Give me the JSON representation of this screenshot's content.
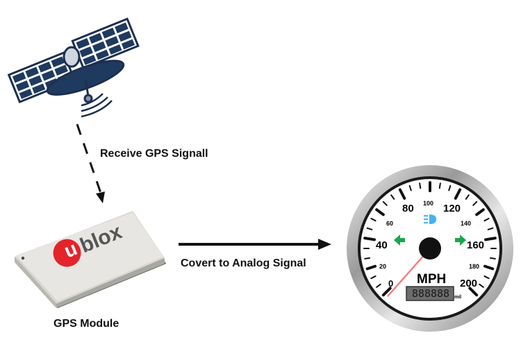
{
  "diagram": {
    "nodes": [
      {
        "id": "satellite",
        "icon": "satellite-icon"
      },
      {
        "id": "gps_module",
        "label": "GPS Module",
        "brand": "ublox",
        "brand_color": "#e3242b"
      },
      {
        "id": "speedometer",
        "icon": "speedometer-icon"
      }
    ],
    "edges": [
      {
        "from": "satellite",
        "to": "gps_module",
        "style": "dashed",
        "label": "Receive GPS Signall"
      },
      {
        "from": "gps_module",
        "to": "speedometer",
        "style": "solid",
        "label": "Covert to Analog Signal"
      }
    ]
  },
  "labels": {
    "receive": "Receive GPS Signall",
    "convert": "Covert to Analog Signal",
    "module": "GPS Module",
    "brand_u": "u",
    "brand_rest": "blox"
  },
  "gauge": {
    "unit": "MPH",
    "major_ticks": [
      "0",
      "40",
      "80",
      "120",
      "160",
      "200"
    ],
    "minor_labels": [
      "20",
      "60",
      "100",
      "140",
      "180"
    ],
    "odometer": "888888",
    "odometer_unit": "mil",
    "needle_value": 0,
    "indicators": [
      "left-turn-arrow",
      "headlight-high-beam",
      "right-turn-arrow"
    ],
    "colors": {
      "indicator_green": "#1aa64a",
      "headlight_blue": "#3fb5f0",
      "needle": "#f08080"
    }
  }
}
